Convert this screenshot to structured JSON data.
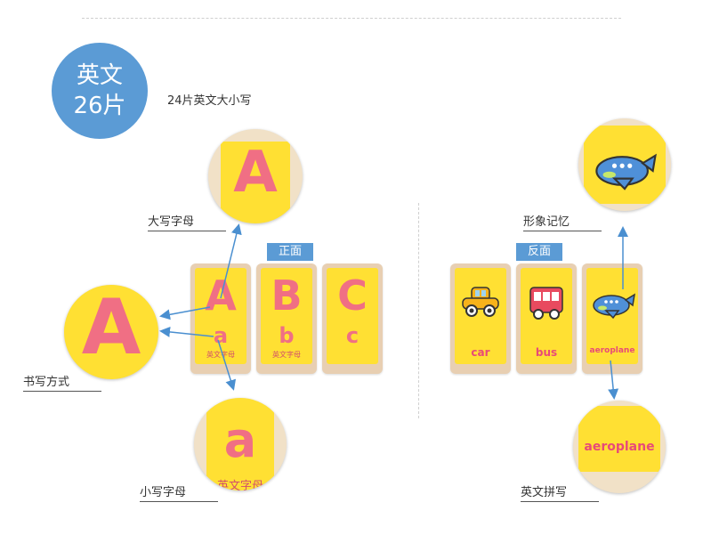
{
  "badge": {
    "line1": "英文",
    "line2": "26片",
    "color": "#5b9bd5"
  },
  "subtitle": "24片英文大小写",
  "sections": {
    "front_tag": "正面",
    "back_tag": "反面"
  },
  "callouts": {
    "uppercase": "大写字母",
    "writing": "书写方式",
    "lowercase": "小写字母",
    "image_memory": "形象记忆",
    "spelling": "英文拼写"
  },
  "front_blocks": [
    {
      "upper": "A",
      "lower": "a",
      "caption": "英文字母"
    },
    {
      "upper": "B",
      "lower": "b",
      "caption": "英文字母"
    },
    {
      "upper": "C",
      "lower": "c",
      "caption": ""
    }
  ],
  "back_blocks": [
    {
      "icon": "car-icon",
      "word": "car"
    },
    {
      "icon": "bus-icon",
      "word": "bus"
    },
    {
      "icon": "aeroplane-icon",
      "word": "aeroplane"
    }
  ],
  "zoom": {
    "upper_letter": "A",
    "writing_letter": "A",
    "lower_letter": "a",
    "lower_caption": "英文字母",
    "spelling_word": "aeroplane"
  },
  "colors": {
    "accent": "#5b9bd5",
    "tile": "#ffe033",
    "letter": "#f06f84",
    "arrow": "#4a8fd0"
  }
}
